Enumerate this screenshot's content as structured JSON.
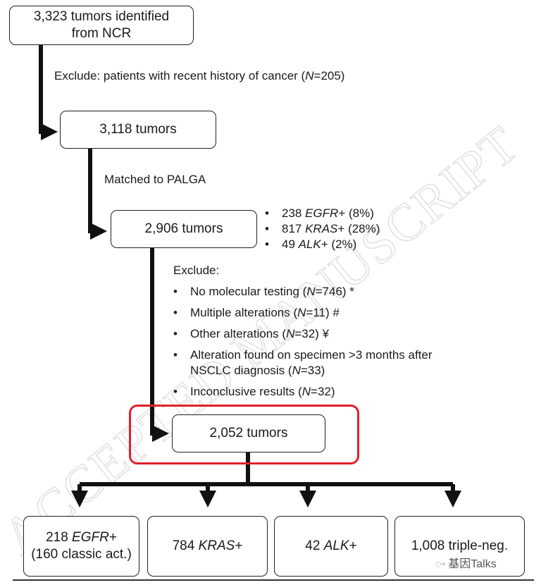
{
  "nodes": {
    "ncr": {
      "line1": "3,323 tumors identified",
      "line2": "from NCR"
    },
    "tumors_3118": "3,118 tumors",
    "tumors_2906": "2,906 tumors",
    "tumors_2052": "2,052 tumors",
    "egfr": {
      "count": "218 ",
      "gene": "EGFR",
      "suffix": "+",
      "line2": "(160 classic act.)"
    },
    "kras": {
      "count": "784 ",
      "gene": "KRAS",
      "suffix": "+"
    },
    "alk": {
      "count": "42 ",
      "gene": "ALK",
      "suffix": "+"
    },
    "triple": "1,008 triple-neg."
  },
  "steps": {
    "exclude_recent": {
      "text": "Exclude: patients with recent history of cancer (",
      "n": "N",
      "value": "=205)"
    },
    "matched": "Matched to PALGA"
  },
  "alteration_counts": [
    {
      "count": "238 ",
      "gene": "EGFR",
      "rest": "+ (8%)"
    },
    {
      "count": "817 ",
      "gene": "KRAS",
      "rest": "+ (28%)"
    },
    {
      "count": "49 ",
      "gene": "ALK",
      "rest": "+ (2%)"
    }
  ],
  "exclusions": {
    "heading": "Exclude:",
    "items": [
      {
        "pre": "No molecular testing (",
        "n": "N",
        "post": "=746) *"
      },
      {
        "pre": "Multiple alterations (",
        "n": "N",
        "post": "=11) #"
      },
      {
        "pre": "Other alterations (",
        "n": "N",
        "post": "=32) ¥"
      },
      {
        "pre": "Alteration found on specimen >3 months after",
        "pre2": "NSCLC diagnosis (",
        "n": "N",
        "post": "=33)"
      },
      {
        "pre": "Inconclusive results (",
        "n": "N",
        "post": "=32)"
      }
    ]
  },
  "watermark": "ACCEPTED MANUSCRIPT",
  "credit": {
    "text": "基因Talks",
    "icon": "wechat-icon"
  },
  "colors": {
    "highlight": "#e0202a",
    "line": "#111111",
    "watermark": "#dcdcdc"
  }
}
